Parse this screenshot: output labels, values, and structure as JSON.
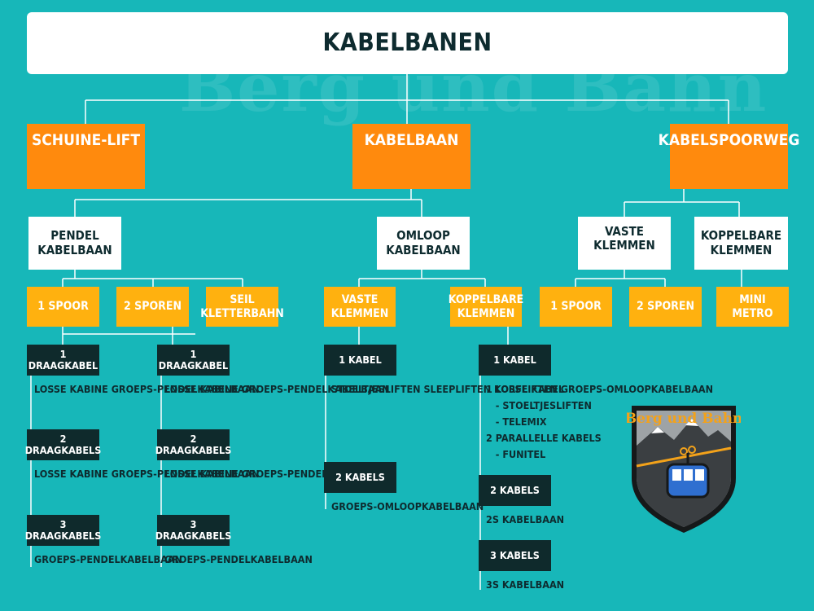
{
  "title": "KABELBANEN",
  "watermark": "Berg und Bahn",
  "logo": {
    "text": "Berg und Bahn"
  },
  "level1": {
    "left": "SCHUINE-LIFT",
    "center": "KABELBAAN",
    "right": "KABELSPOORWEG"
  },
  "level2": {
    "pendel": "PENDEL\nKABELBAAN",
    "omloop": "OMLOOP\nKABELBAAN",
    "vaste": "VASTE KLEMMEN",
    "koppel": "KOPPELBARE\nKLEMMEN"
  },
  "level3": {
    "spoor1": "1 SPOOR",
    "sporen2": "2 SPOREN",
    "seil": "SEIL\nKLETTERBAHN",
    "vaste": "VASTE\nKLEMMEN",
    "koppel": "KOPPELBARE\nKLEMMEN",
    "r_spoor1": "1 SPOOR",
    "r_sporen2": "2 SPOREN",
    "mini": "MINI\nMETRO"
  },
  "level4": {
    "a1": "1 DRAAGKABEL",
    "a2": "2 DRAAGKABELS",
    "a3": "3 DRAAGKABELS",
    "b1": "1 DRAAGKABEL",
    "b2": "2 DRAAGKABELS",
    "b3": "3 DRAAGKABELS",
    "c1": "1 KABEL",
    "c2": "2 KABELS",
    "d1": "1 KABEL",
    "d2": "2 KABELS",
    "d3": "3 KABELS"
  },
  "lists": {
    "a1": "LOSSE KABINE\nGROEPS-PENDELKABELBAAN",
    "a2": "LOSSE KABINE\nGROEPS-PENDELKABELBAAN",
    "a3": "GROEPS-PENDELKABELBAAN",
    "b1": "LOSSE KABINE\nGROEPS-PENDELKABELBAAN",
    "b2": "LOSSE KABINE\nGROEPS-PENDELKABELBAAN",
    "b3": "GROEPS-PENDELKABELBAAN",
    "c1": "STOELTJESLIFTEN\nSLEEPLIFTEN\nKORFLIFTEN\nGROEPS-OMLOOPKABELBAAN",
    "c2": "GROEPS-OMLOOPKABELBAAN",
    "d1": "1 LOSSE KABEL\n   - STOELTJESLIFTEN\n   - TELEMIX\n2 PARALLELLE KABELS\n   - FUNITEL",
    "d2": "2S KABELBAAN",
    "d3": "3S KABELBAAN"
  },
  "colors": {
    "background": "#17b7b9",
    "level1": "#ff8a0d",
    "level3": "#ffb10f",
    "level4": "#0f2a2c",
    "text_dark": "#0e2b2f"
  }
}
